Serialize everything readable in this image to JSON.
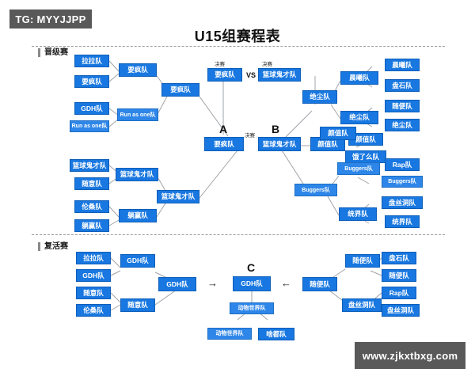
{
  "watermarks": {
    "telegram": "TG: MYYJJPP",
    "site": "www.zjkxtbxg.com"
  },
  "title": "U15组赛程表",
  "sections": {
    "upper_label": "晋级赛",
    "revival_label": "复活赛"
  },
  "labels": {
    "final_left": "决赛",
    "final_right": "决赛",
    "final_center": "决赛",
    "vs": "VS",
    "group_a": "A",
    "group_b": "B",
    "group_c": "C",
    "arrow_right": "→",
    "arrow_left": "←"
  },
  "colors": {
    "box_fill": "#1877e0",
    "box_fill_pale": "#2e86e8",
    "box_border": "#0e5fba",
    "line": "#9fa3a8",
    "watermark_bg": "#595959",
    "divider": "#9a9a9a"
  },
  "bracket": {
    "upper_left": {
      "round1": [
        "拉拉队",
        "要疯队",
        "GDH队",
        "Run as one队",
        "篮球鬼才队",
        "随意队",
        "伦桑队",
        "躺赢队"
      ],
      "round2": [
        "要疯队",
        "Run as one队",
        "篮球鬼才队",
        "躺赢队"
      ],
      "round3": [
        "要疯队",
        "篮球鬼才队"
      ],
      "semifinal": [
        "要疯队",
        "篮球鬼才队"
      ]
    },
    "upper_right": {
      "round1": [
        "晨曦队",
        "盘石队",
        "随便队",
        "绝尘队",
        "颜值队",
        "饿了么队",
        "Rap队",
        "Buggers队",
        "盘丝洞队",
        "统界队"
      ],
      "round2": [
        "晨曦队",
        "绝尘队",
        "颜值队",
        "Buggers队",
        "统界队"
      ],
      "round3": [
        "绝尘队",
        "Buggers队"
      ],
      "semifinal": [
        "颜值队"
      ]
    },
    "final": {
      "left_team": "要疯队",
      "right_team": "篮球鬼才队"
    },
    "revival_left": {
      "round1": [
        "拉拉队",
        "GDH队",
        "随意队",
        "伦桑队"
      ],
      "round2": [
        "GDH队",
        "随意队"
      ],
      "round3": [
        "GDH队"
      ]
    },
    "revival_right": {
      "round1": [
        "盘石队",
        "随便队",
        "Rap队",
        "盘丝洞队"
      ],
      "round2": [
        "随便队",
        "盘丝洞队"
      ],
      "round3": [
        "随便队"
      ]
    },
    "revival_center": {
      "winner": "GDH队",
      "runner": "动物世界队",
      "sources": [
        "动物世界队",
        "啥都队"
      ]
    }
  }
}
